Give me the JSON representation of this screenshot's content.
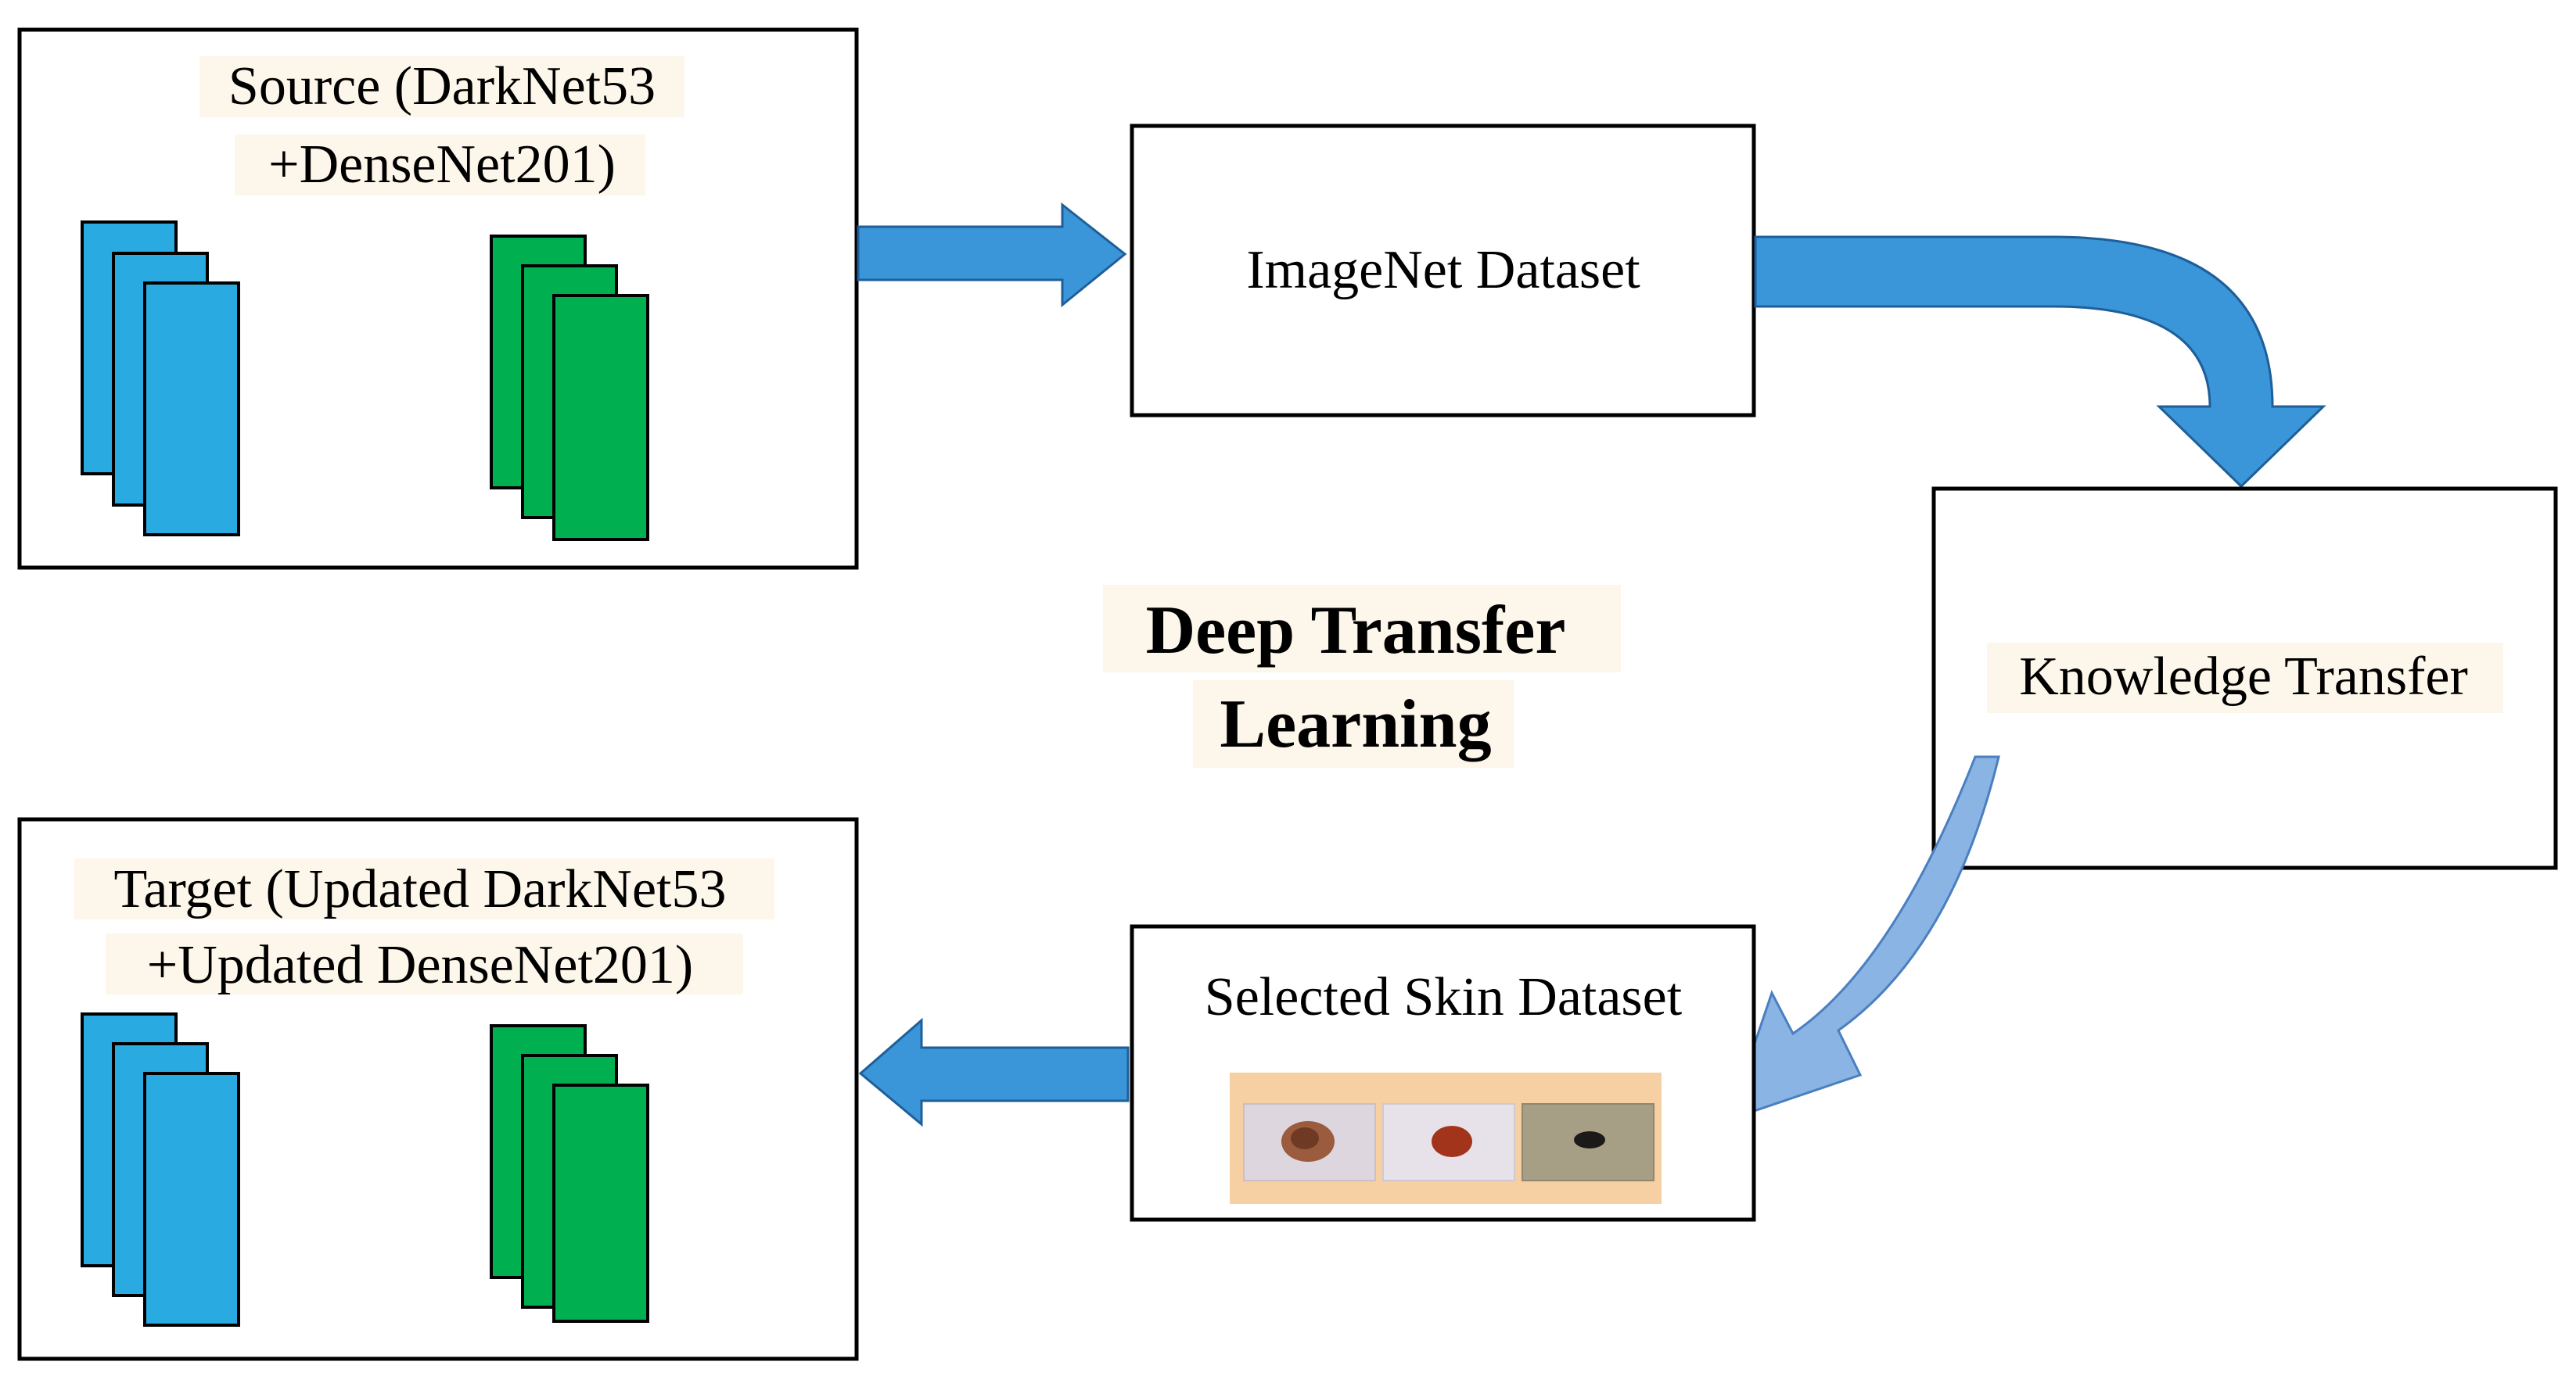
{
  "diagram": {
    "source_box": {
      "line1": "Source (DarkNet53",
      "line2": "+DenseNet201)"
    },
    "imagenet_box": {
      "label": "ImageNet Dataset"
    },
    "knowledge_box": {
      "label": "Knowledge Transfer"
    },
    "skin_box": {
      "label": "Selected Skin Dataset"
    },
    "target_box": {
      "line1": "Target (Updated DarkNet53",
      "line2": "+Updated DenseNet201)"
    },
    "center_title": {
      "line1": "Deep Transfer",
      "line2": "Learning"
    }
  },
  "colors": {
    "arrow_blue": "#3a96d8",
    "arrow_light_blue": "#8ab4e4",
    "layer_blue": "#29abe2",
    "layer_green": "#00b050",
    "box_border": "#000000",
    "text_highlight": "#fdf6ea",
    "thumbnail_strip": "#f6cfa3"
  }
}
